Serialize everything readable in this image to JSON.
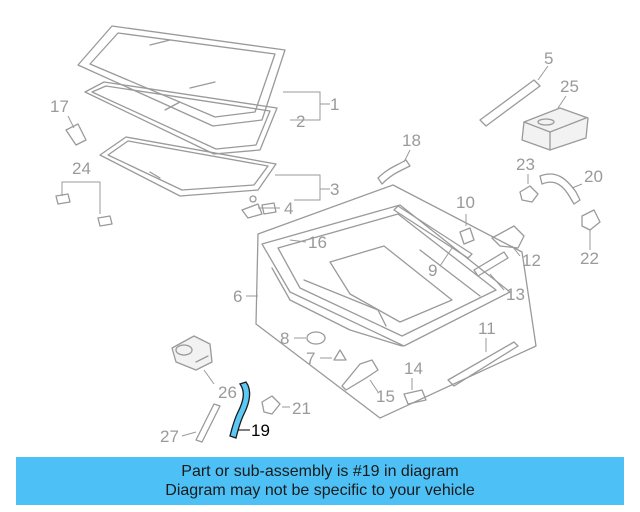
{
  "diagram": {
    "labels": {
      "l1": "1",
      "l2": "2",
      "l3": "3",
      "l4": "4",
      "l5": "5",
      "l6": "6",
      "l7": "7",
      "l8": "8",
      "l9": "9",
      "l10": "10",
      "l11": "11",
      "l12": "12",
      "l13": "13",
      "l14": "14",
      "l15": "15",
      "l16": "16",
      "l17": "17",
      "l18": "18",
      "l20": "20",
      "l21": "21",
      "l22": "22",
      "l23": "23",
      "l24": "24",
      "l25": "25",
      "l26": "26",
      "l27": "27"
    },
    "highlight": {
      "label": "19",
      "color": "#5bc8f5"
    }
  },
  "banner": {
    "line1": "Part or sub-assembly is #19 in diagram",
    "line2": "Diagram may not be specific to your vehicle",
    "color": "#4dc0f5"
  }
}
